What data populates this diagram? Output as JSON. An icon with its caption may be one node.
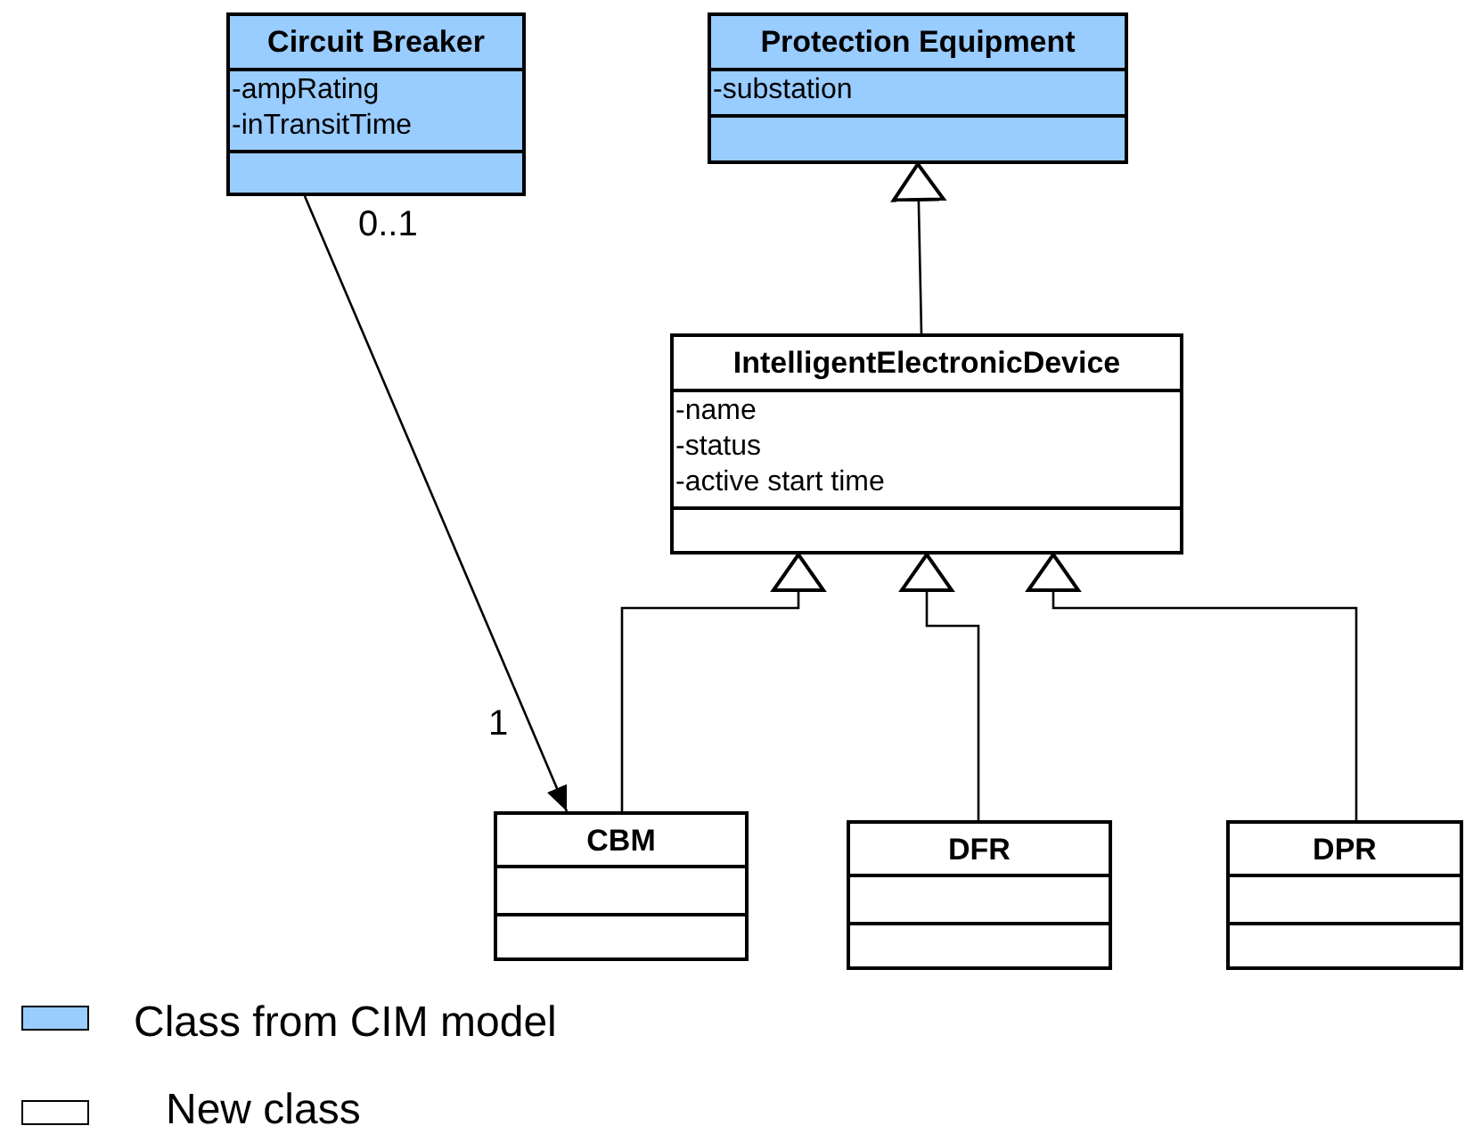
{
  "diagram": {
    "nodes": [
      {
        "text": [
          "Circuit Breaker",
          "-ampRating",
          "-inTransitTime"
        ]
      },
      {
        "text": [
          "Protection Equipment",
          "-substation"
        ]
      },
      {
        "text": [
          "IntelligentElectronicDevice",
          "-name",
          "-status",
          "-active start time"
        ]
      },
      {
        "text": [
          "CBM"
        ]
      },
      {
        "text": [
          "DFR"
        ]
      },
      {
        "text": [
          "DPR"
        ]
      }
    ],
    "edges": [
      {
        "from": 0,
        "to": 3,
        "arrow": "to"
      },
      {
        "from": 2,
        "to": 1,
        "arrow": "to"
      },
      {
        "from": 3,
        "to": 2,
        "arrow": "to"
      },
      {
        "from": 4,
        "to": 2,
        "arrow": "to"
      },
      {
        "from": 5,
        "to": 2,
        "arrow": "to"
      }
    ],
    "labels": [
      "0..1",
      "1"
    ],
    "legend": [
      {
        "text": "Class from CIM model",
        "color": "#99ccff"
      },
      {
        "text": "New class",
        "color": "#ffffff"
      }
    ]
  }
}
